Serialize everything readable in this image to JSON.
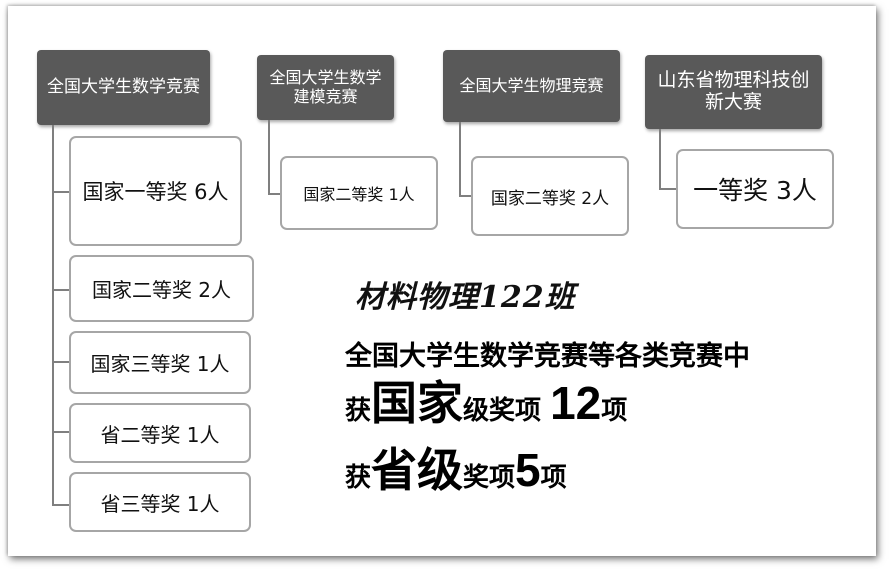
{
  "competitions": [
    {
      "title": "全国大学生数学竞赛",
      "awards": [
        "国家一等奖 6人",
        "国家二等奖 2人",
        "国家三等奖 1人",
        "省二等奖 1人",
        "省三等奖 1人"
      ]
    },
    {
      "title": "全国大学生数学建模竞赛",
      "awards": [
        "国家二等奖 1人"
      ]
    },
    {
      "title": "全国大学生物理竞赛",
      "awards": [
        "国家二等奖 2人"
      ]
    },
    {
      "title": "山东省物理科技创新大赛",
      "awards": [
        "一等奖 3人"
      ]
    }
  ],
  "summary": {
    "class_name": "材料物理122班",
    "line1": "全国大学生数学竞赛等各类竞赛中",
    "line2": {
      "prefix": "获",
      "emphasis": "国家",
      "middle": "级奖项 ",
      "count": "12",
      "suffix": "项"
    },
    "line3": {
      "prefix": "获",
      "emphasis": "省级",
      "middle": "奖项",
      "count": "5",
      "suffix": "项"
    }
  },
  "colors": {
    "header_bg": "#595959",
    "box_border": "#a6a6a6",
    "connector": "#7f7f7f"
  }
}
